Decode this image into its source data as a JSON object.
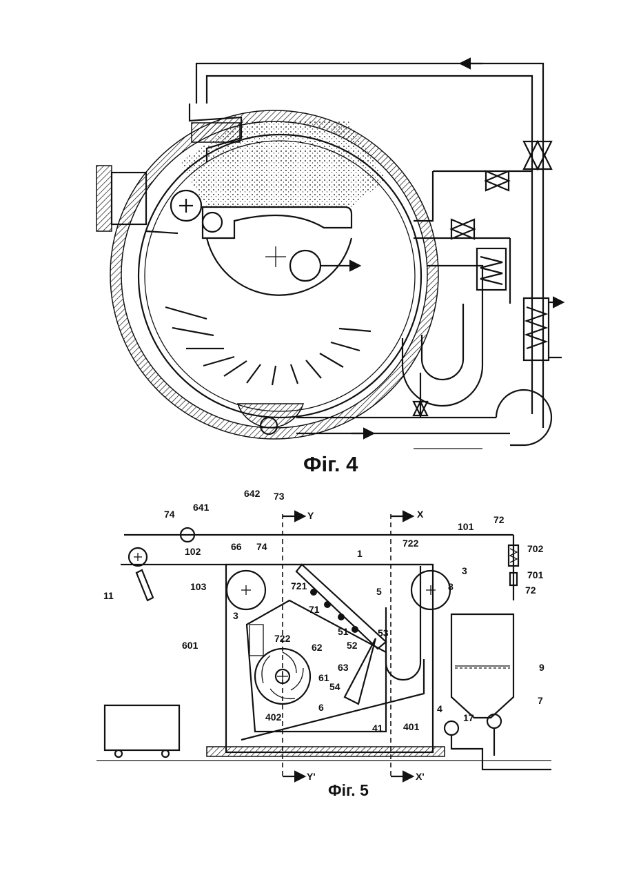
{
  "figure4": {
    "caption": "Фіг. 4"
  },
  "figure5": {
    "caption": "Фіг. 5",
    "labels": {
      "l74a": "74",
      "l641": "641",
      "l642": "642",
      "l73": "73",
      "lY": "Y",
      "lX": "X",
      "l722a": "722",
      "l101": "101",
      "l72a": "72",
      "l702": "702",
      "l701": "701",
      "l72b": "72",
      "l102": "102",
      "l66": "66",
      "l74b": "74",
      "l1": "1",
      "l3a": "3",
      "l3b": "3",
      "l11": "11",
      "l103": "103",
      "l721": "721",
      "l5": "5",
      "l8": "8",
      "l71": "71",
      "l601": "601",
      "l722b": "722",
      "l51": "51",
      "l52": "52",
      "l62": "62",
      "l53": "53",
      "l9": "9",
      "l63": "63",
      "l61": "61",
      "l54": "54",
      "l4": "4",
      "l6": "6",
      "l7": "7",
      "l17": "17",
      "l402": "402",
      "l41": "41",
      "l401": "401",
      "lYp": "Y'",
      "lXp": "X'"
    }
  }
}
